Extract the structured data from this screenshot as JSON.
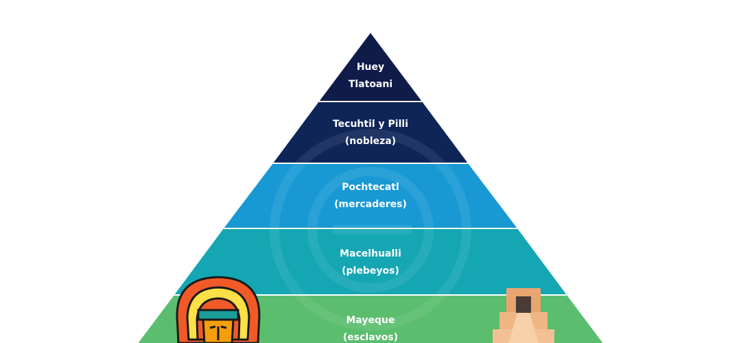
{
  "pyramid": {
    "levels": [
      {
        "line1": "Huey",
        "line2": "Tlatoani",
        "color": "#0f1c4a"
      },
      {
        "line1": "Tecuhtil y Pilli",
        "line2": "(nobleza)",
        "color": "#0f2558"
      },
      {
        "line1": "Pochtecatl",
        "line2": "(mercaderes)",
        "color": "#1899d4"
      },
      {
        "line1": "Macelhualli",
        "line2": "(plebeyos)",
        "color": "#14a6b3"
      },
      {
        "line1": "Mayeque",
        "line2": "(esclavos)",
        "color": "#5bbd6e"
      }
    ]
  },
  "icons": [
    "aztec-warrior-head-icon",
    "aztec-temple-icon"
  ]
}
